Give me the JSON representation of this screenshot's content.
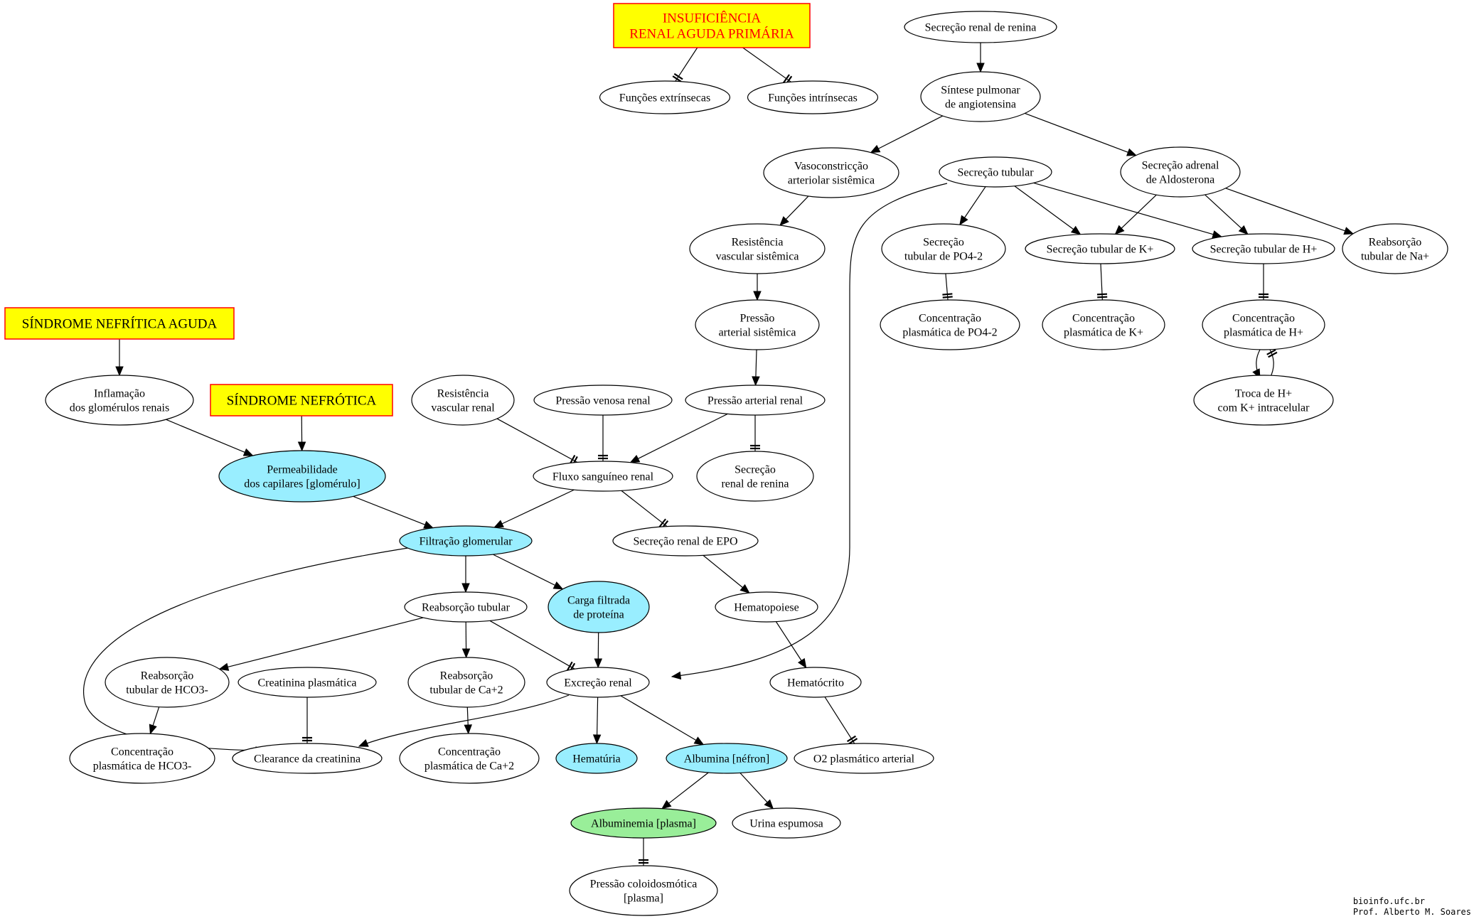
{
  "colors": {
    "box_fill": "#ffff00",
    "box_border": "#ff0000",
    "box_text_red": "#ff0000",
    "box_text_black": "#000000",
    "cyan": "#99eeff",
    "green": "#99ee99",
    "white": "#ffffff"
  },
  "nodes": [
    {
      "id": "ira",
      "lines": [
        "INSUFICIÊNCIA",
        "RENAL AGUDA PRIMÁRIA"
      ],
      "shape": "box",
      "fill": "box",
      "text": "red"
    },
    {
      "id": "fext",
      "lines": [
        "Funções extrínsecas"
      ],
      "shape": "ellipse",
      "fill": "white"
    },
    {
      "id": "fint",
      "lines": [
        "Funções intrínsecas"
      ],
      "shape": "ellipse",
      "fill": "white"
    },
    {
      "id": "srr_top",
      "lines": [
        "Secreção renal de renina"
      ],
      "shape": "ellipse",
      "fill": "white"
    },
    {
      "id": "spa",
      "lines": [
        "Síntese pulmonar",
        "de angiotensina"
      ],
      "shape": "ellipse",
      "fill": "white"
    },
    {
      "id": "vaso",
      "lines": [
        "Vasoconstricção",
        "arteriolar sistêmica"
      ],
      "shape": "ellipse",
      "fill": "white"
    },
    {
      "id": "sectub",
      "lines": [
        "Secreção tubular"
      ],
      "shape": "ellipse",
      "fill": "white"
    },
    {
      "id": "sad",
      "lines": [
        "Secreção adrenal",
        "de Aldosterona"
      ],
      "shape": "ellipse",
      "fill": "white"
    },
    {
      "id": "rvs",
      "lines": [
        "Resistência",
        "vascular sistêmica"
      ],
      "shape": "ellipse",
      "fill": "white"
    },
    {
      "id": "stpo4",
      "lines": [
        "Secreção",
        "tubular de PO4-2"
      ],
      "shape": "ellipse",
      "fill": "white"
    },
    {
      "id": "stk",
      "lines": [
        "Secreção tubular de K+"
      ],
      "shape": "ellipse",
      "fill": "white"
    },
    {
      "id": "sth",
      "lines": [
        "Secreção tubular de H+"
      ],
      "shape": "ellipse",
      "fill": "white"
    },
    {
      "id": "rtna",
      "lines": [
        "Reabsorção",
        "tubular de Na+"
      ],
      "shape": "ellipse",
      "fill": "white"
    },
    {
      "id": "pas",
      "lines": [
        "Pressão",
        "arterial sistêmica"
      ],
      "shape": "ellipse",
      "fill": "white"
    },
    {
      "id": "cpo4",
      "lines": [
        "Concentração",
        "plasmática de PO4-2"
      ],
      "shape": "ellipse",
      "fill": "white"
    },
    {
      "id": "ck",
      "lines": [
        "Concentração",
        "plasmática de K+"
      ],
      "shape": "ellipse",
      "fill": "white"
    },
    {
      "id": "ch",
      "lines": [
        "Concentração",
        "plasmática de H+"
      ],
      "shape": "ellipse",
      "fill": "white"
    },
    {
      "id": "sna",
      "lines": [
        "SÍNDROME NEFRÍTICA AGUDA"
      ],
      "shape": "box",
      "fill": "box",
      "text": "black"
    },
    {
      "id": "inf",
      "lines": [
        "Inflamação",
        "dos glomérulos renais"
      ],
      "shape": "ellipse",
      "fill": "white"
    },
    {
      "id": "sn",
      "lines": [
        "SÍNDROME NEFRÓTICA"
      ],
      "shape": "box",
      "fill": "box",
      "text": "black"
    },
    {
      "id": "rvr",
      "lines": [
        "Resistência",
        "vascular renal"
      ],
      "shape": "ellipse",
      "fill": "white"
    },
    {
      "id": "pvr",
      "lines": [
        "Pressão venosa renal"
      ],
      "shape": "ellipse",
      "fill": "white"
    },
    {
      "id": "par",
      "lines": [
        "Pressão arterial renal"
      ],
      "shape": "ellipse",
      "fill": "white"
    },
    {
      "id": "troca",
      "lines": [
        "Troca de H+",
        "com K+ intracelular"
      ],
      "shape": "ellipse",
      "fill": "white"
    },
    {
      "id": "perm",
      "lines": [
        "Permeabilidade",
        "dos capilares [glomérulo]"
      ],
      "shape": "ellipse",
      "fill": "cyan"
    },
    {
      "id": "fsr",
      "lines": [
        "Fluxo sanguíneo renal"
      ],
      "shape": "ellipse",
      "fill": "white"
    },
    {
      "id": "srr2",
      "lines": [
        "Secreção",
        "renal  de renina"
      ],
      "shape": "ellipse",
      "fill": "white"
    },
    {
      "id": "fg",
      "lines": [
        "Filtração glomerular"
      ],
      "shape": "ellipse",
      "fill": "cyan"
    },
    {
      "id": "epo",
      "lines": [
        "Secreção renal de EPO"
      ],
      "shape": "ellipse",
      "fill": "white"
    },
    {
      "id": "rt",
      "lines": [
        "Reabsorção tubular"
      ],
      "shape": "ellipse",
      "fill": "white"
    },
    {
      "id": "cfp",
      "lines": [
        "Carga filtrada",
        "de proteína"
      ],
      "shape": "ellipse",
      "fill": "cyan"
    },
    {
      "id": "hemato",
      "lines": [
        "Hematopoiese"
      ],
      "shape": "ellipse",
      "fill": "white"
    },
    {
      "id": "rthco3",
      "lines": [
        "Reabsorção",
        "tubular de HCO3-"
      ],
      "shape": "ellipse",
      "fill": "white"
    },
    {
      "id": "crp",
      "lines": [
        "Creatinina plasmática"
      ],
      "shape": "ellipse",
      "fill": "white"
    },
    {
      "id": "rtca",
      "lines": [
        "Reabsorção",
        "tubular de Ca+2"
      ],
      "shape": "ellipse",
      "fill": "white"
    },
    {
      "id": "exc",
      "lines": [
        "Excreção renal"
      ],
      "shape": "ellipse",
      "fill": "white"
    },
    {
      "id": "hct",
      "lines": [
        "Hematócrito"
      ],
      "shape": "ellipse",
      "fill": "white"
    },
    {
      "id": "chco3",
      "lines": [
        "Concentração",
        "plasmática de HCO3-"
      ],
      "shape": "ellipse",
      "fill": "white"
    },
    {
      "id": "clear",
      "lines": [
        "Clearance da creatinina"
      ],
      "shape": "ellipse",
      "fill": "white"
    },
    {
      "id": "cca",
      "lines": [
        "Concentração",
        "plasmática de Ca+2"
      ],
      "shape": "ellipse",
      "fill": "white"
    },
    {
      "id": "hemat",
      "lines": [
        "Hematúria"
      ],
      "shape": "ellipse",
      "fill": "cyan"
    },
    {
      "id": "alb",
      "lines": [
        "Albumina [néfron]"
      ],
      "shape": "ellipse",
      "fill": "cyan"
    },
    {
      "id": "o2",
      "lines": [
        "O2 plasmático arterial"
      ],
      "shape": "ellipse",
      "fill": "white"
    },
    {
      "id": "albp",
      "lines": [
        "Albuminemia [plasma]"
      ],
      "shape": "ellipse",
      "fill": "green"
    },
    {
      "id": "urina",
      "lines": [
        "Urina espumosa"
      ],
      "shape": "ellipse",
      "fill": "white"
    },
    {
      "id": "pco",
      "lines": [
        "Pressão coloidosmótica",
        "[plasma]"
      ],
      "shape": "ellipse",
      "fill": "white"
    }
  ],
  "edges": [
    {
      "from": "ira",
      "to": "fext",
      "type": "tee"
    },
    {
      "from": "ira",
      "to": "fint",
      "type": "tee"
    },
    {
      "from": "srr_top",
      "to": "spa",
      "type": "arrow"
    },
    {
      "from": "spa",
      "to": "vaso",
      "type": "arrow"
    },
    {
      "from": "spa",
      "to": "sad",
      "type": "arrow"
    },
    {
      "from": "vaso",
      "to": "rvs",
      "type": "arrow"
    },
    {
      "from": "rvs",
      "to": "pas",
      "type": "arrow"
    },
    {
      "from": "pas",
      "to": "par",
      "type": "arrow"
    },
    {
      "from": "par",
      "to": "fsr",
      "type": "arrow"
    },
    {
      "from": "par",
      "to": "srr2",
      "type": "tee"
    },
    {
      "from": "pvr",
      "to": "fsr",
      "type": "tee"
    },
    {
      "from": "rvr",
      "to": "fsr",
      "type": "tee"
    },
    {
      "from": "sectub",
      "to": "stpo4",
      "type": "arrow"
    },
    {
      "from": "sectub",
      "to": "stk",
      "type": "arrow"
    },
    {
      "from": "sectub",
      "to": "sth",
      "type": "arrow"
    },
    {
      "from": "sectub",
      "to": "exc",
      "type": "arrow"
    },
    {
      "from": "sad",
      "to": "stk",
      "type": "arrow"
    },
    {
      "from": "sad",
      "to": "sth",
      "type": "arrow"
    },
    {
      "from": "sad",
      "to": "rtna",
      "type": "arrow"
    },
    {
      "from": "stpo4",
      "to": "cpo4",
      "type": "tee"
    },
    {
      "from": "stk",
      "to": "ck",
      "type": "tee"
    },
    {
      "from": "sth",
      "to": "ch",
      "type": "tee"
    },
    {
      "from": "ch",
      "to": "troca",
      "type": "arrow"
    },
    {
      "from": "troca",
      "to": "ch",
      "type": "tee"
    },
    {
      "from": "sna",
      "to": "inf",
      "type": "arrow"
    },
    {
      "from": "inf",
      "to": "perm",
      "type": "arrow"
    },
    {
      "from": "sn",
      "to": "perm",
      "type": "arrow"
    },
    {
      "from": "perm",
      "to": "fg",
      "type": "arrow"
    },
    {
      "from": "fsr",
      "to": "fg",
      "type": "arrow"
    },
    {
      "from": "fsr",
      "to": "epo",
      "type": "tee"
    },
    {
      "from": "epo",
      "to": "hemato",
      "type": "arrow"
    },
    {
      "from": "hemato",
      "to": "hct",
      "type": "arrow"
    },
    {
      "from": "hct",
      "to": "o2",
      "type": "tee"
    },
    {
      "from": "fg",
      "to": "rt",
      "type": "arrow"
    },
    {
      "from": "fg",
      "to": "cfp",
      "type": "arrow"
    },
    {
      "from": "fg",
      "to": "clear",
      "type": "arrow"
    },
    {
      "from": "rt",
      "to": "rthco3",
      "type": "arrow"
    },
    {
      "from": "rt",
      "to": "rtca",
      "type": "arrow"
    },
    {
      "from": "rt",
      "to": "exc",
      "type": "tee"
    },
    {
      "from": "cfp",
      "to": "exc",
      "type": "arrow"
    },
    {
      "from": "rthco3",
      "to": "chco3",
      "type": "arrow"
    },
    {
      "from": "crp",
      "to": "clear",
      "type": "tee"
    },
    {
      "from": "rtca",
      "to": "cca",
      "type": "arrow"
    },
    {
      "from": "exc",
      "to": "clear",
      "type": "arrow"
    },
    {
      "from": "exc",
      "to": "hemat",
      "type": "arrow"
    },
    {
      "from": "exc",
      "to": "alb",
      "type": "arrow"
    },
    {
      "from": "alb",
      "to": "albp",
      "type": "arrow"
    },
    {
      "from": "alb",
      "to": "urina",
      "type": "arrow"
    },
    {
      "from": "albp",
      "to": "pco",
      "type": "tee"
    }
  ],
  "credit": {
    "line1": "bioinfo.ufc.br",
    "line2": "Prof. Alberto M. Soares"
  }
}
